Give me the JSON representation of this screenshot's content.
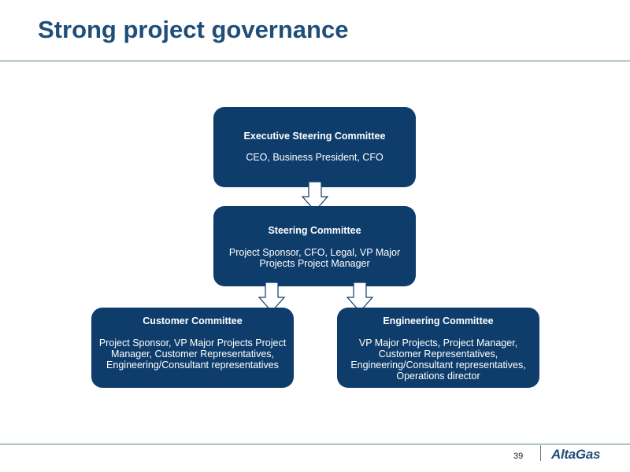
{
  "title": "Strong project governance",
  "boxes": {
    "executive": {
      "heading": "Executive Steering Committee",
      "members": "CEO, Business President, CFO"
    },
    "steering": {
      "heading": "Steering Committee",
      "members": "Project Sponsor, CFO, Legal, VP Major Projects Project Manager"
    },
    "customer": {
      "heading": "Customer Committee",
      "members": "Project Sponsor, VP Major Projects Project Manager, Customer Representatives, Engineering/Consultant representatives"
    },
    "engineering": {
      "heading": "Engineering Committee",
      "members": "VP Major Projects, Project Manager, Customer Representatives, Engineering/Consultant representatives, Operations director"
    }
  },
  "footer": {
    "page_number": "39",
    "logo_text": "AltaGas"
  },
  "colors": {
    "title": "#1f4e79",
    "box_fill": "#0f3d6b",
    "box_text": "#ffffff",
    "rule": "#5a7a87"
  }
}
